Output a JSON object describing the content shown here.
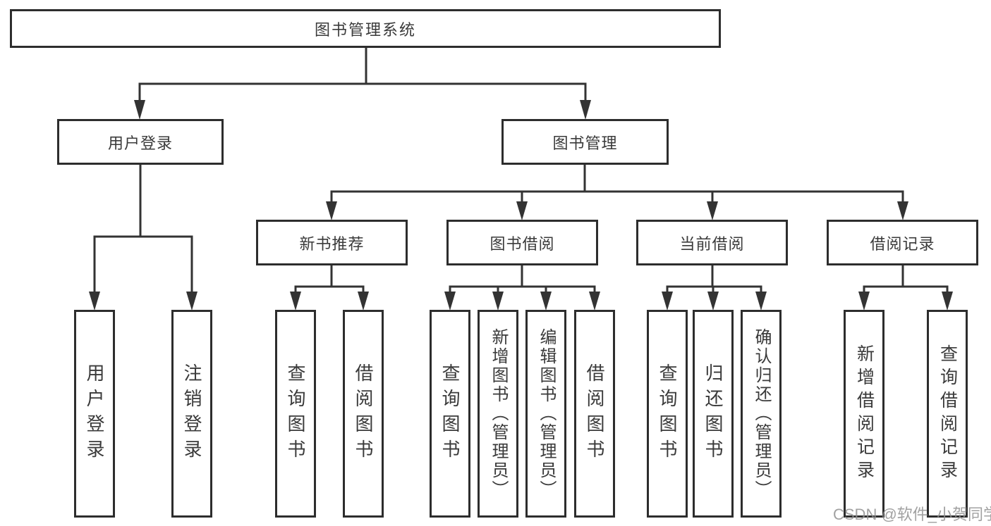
{
  "tree": {
    "root": {
      "label": "图书管理系统",
      "children": [
        {
          "label": "用户登录",
          "children": [
            {
              "label": "用户登录"
            },
            {
              "label": "注销登录"
            }
          ]
        },
        {
          "label": "图书管理",
          "children": [
            {
              "label": "新书推荐",
              "children": [
                {
                  "label": "查询图书"
                },
                {
                  "label": "借阅图书"
                }
              ]
            },
            {
              "label": "图书借阅",
              "children": [
                {
                  "label": "查询图书"
                },
                {
                  "label": "新增图书（管理员）"
                },
                {
                  "label": "编辑图书（管理员）"
                },
                {
                  "label": "借阅图书"
                }
              ]
            },
            {
              "label": "当前借阅",
              "children": [
                {
                  "label": "查询图书"
                },
                {
                  "label": "归还图书"
                },
                {
                  "label": "确认归还（管理员）"
                }
              ]
            },
            {
              "label": "借阅记录",
              "children": [
                {
                  "label": "新增借阅记录"
                },
                {
                  "label": "查询借阅记录"
                }
              ]
            }
          ]
        }
      ]
    }
  },
  "watermark": "CSDN @软件_小贺同学",
  "colors": {
    "line": "#333333",
    "box_border": "#2d2d2d",
    "text": "#3a3a3a",
    "watermark": "#919191",
    "background": "#ffffff"
  }
}
